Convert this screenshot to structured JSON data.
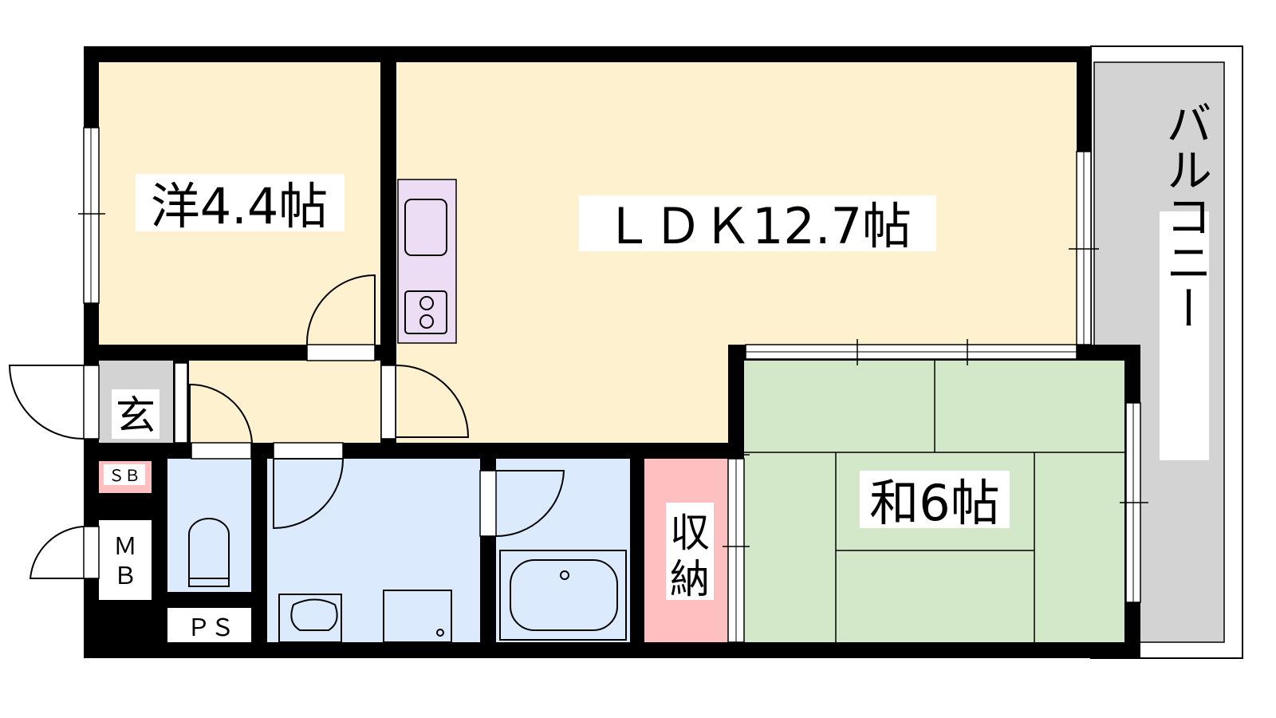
{
  "floorplan": {
    "rooms": {
      "western": {
        "label": "洋4.4帖"
      },
      "ldk": {
        "label": "ＬＤＫ12.7帖"
      },
      "japanese": {
        "label": "和6帖"
      },
      "entrance": {
        "label": "玄"
      },
      "storage": {
        "label_line1": "収",
        "label_line2": "納"
      },
      "balcony": {
        "label": "バルコニー"
      },
      "shoe_box": {
        "label": "ＳＢ"
      },
      "meter_box": {
        "label_line1": "Ｍ",
        "label_line2": "Ｂ"
      },
      "pipe_space": {
        "label": "ＰＳ"
      }
    },
    "colors": {
      "western_ldk": "#fdf1cf",
      "japanese": "#d3e8c9",
      "wet_area": "#dbeafd",
      "storage": "#fdbfbf",
      "entrance": "#d3d3d3",
      "kitchen": "#ecdcf4",
      "balcony": "#d3d3d3"
    }
  }
}
